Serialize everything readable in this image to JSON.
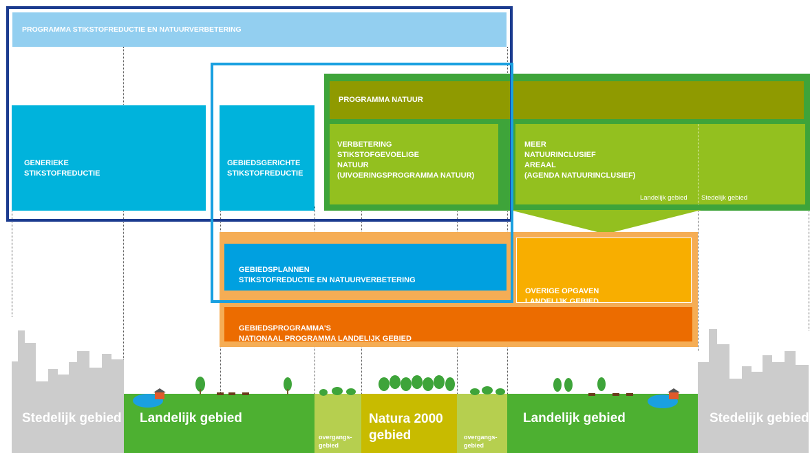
{
  "programma_stikstof": "PROGRAMMA STIKSTOFREDUCTIE EN NATUURVERBETERING",
  "generieke": "GENERIEKE\nSTIKSTOFREDUCTIE",
  "gebiedsgerichte": "GEBIEDSGERICHTE\nSTIKSTOFREDUCTIE",
  "programma_natuur": "PROGRAMMA NATUUR",
  "verbetering": "VERBETERING\nSTIKSTOFGEVOELIGE\nNATUUR\n(UIVOERINGSPROGRAMMA NATUUR)",
  "meer_natuur": "MEER\nNATUURINCLUSIEF\nAREAAL\n (AGENDA NATUURINCLUSIEF)",
  "sub_landelijk": "Landelijk gebied",
  "sub_stedelijk": "Stedelijk gebied",
  "gebiedsplannen": "GEBIEDSPLANNEN\nSTIKSTOFREDUCTIE EN NATUURVERBETERING",
  "overige": "OVERIGE OPGAVEN\nLANDELIJK GEBIED",
  "gebiedsprogrammas": "GEBIEDSPROGRAMMA'S\nNATIONAAL PROGRAMMA LANDELIJK GEBIED",
  "ground": {
    "stedelijk_left": "Stedelijk gebied",
    "landelijk_left": "Landelijk gebied",
    "overgang_left": "overgangs-\ngebied",
    "natura": "Natura 2000\ngebied",
    "overgang_right": "overgangs-\ngebied",
    "landelijk_right": "Landelijk gebied",
    "stedelijk_right": "Stedelijk gebied"
  },
  "colors": {
    "light_blue": "#93cff0",
    "cyan": "#00b3dc",
    "blue": "#00a0e0",
    "navy": "#1b3b8f",
    "frame_blue": "#1aa0e0",
    "dark_green_frame": "#3ea43a",
    "olive": "#8f9a00",
    "lime": "#93c01f",
    "orange_light": "#f5ad55",
    "orange": "#ec6c00",
    "yellow_orange": "#f8ae00",
    "grey": "#cccccc",
    "grass": "#4db031",
    "pale_green": "#b6cf4f",
    "olive_yellow": "#c8bb00"
  }
}
